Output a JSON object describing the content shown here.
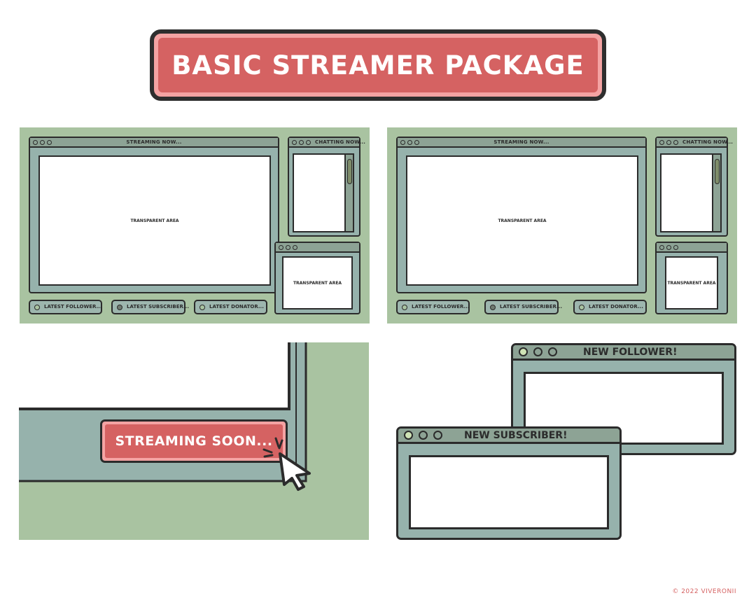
{
  "banner": {
    "title": "BASIC STREAMER PACKAGE"
  },
  "overlay": {
    "main_window_title": "STREAMING NOW...",
    "chat_window_title": "CHATTING NOW...",
    "main_area_label": "TRANSPARENT AREA",
    "cam_area_label": "TRANSPARENT AREA",
    "pills": [
      "LATEST FOLLOWER...",
      "LATEST SUBSCRIBER...",
      "LATEST DONATOR..."
    ]
  },
  "soon_screen": {
    "button_label": "STREAMING SOON..."
  },
  "alerts": {
    "follower_title": "NEW FOLLOWER!",
    "subscriber_title": "NEW SUBSCRIBER!"
  },
  "footer": {
    "copyright": "© 2022 VIVERONII"
  },
  "colors": {
    "accent_red": "#d56262",
    "accent_pink": "#f4a3a3",
    "panel_green": "#a9c3a1",
    "window_teal": "#96b2ac",
    "titlebar": "#8da395",
    "outline": "#2b2b2b"
  }
}
